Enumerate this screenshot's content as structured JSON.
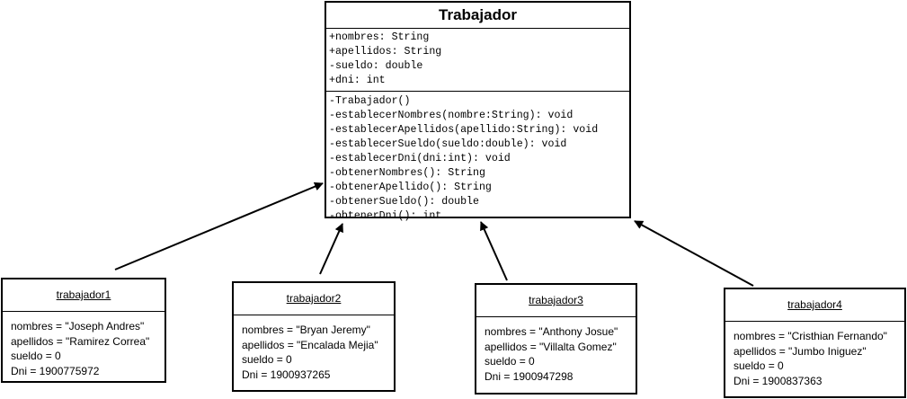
{
  "class": {
    "name": "Trabajador",
    "attributes": [
      "+nombres: String",
      "+apellidos: String",
      "-sueldo: double",
      "+dni: int"
    ],
    "methods": [
      "-Trabajador()",
      "-establecerNombres(nombre:String): void",
      "-establecerApellidos(apellido:String): void",
      "-establecerSueldo(sueldo:double): void",
      "-establecerDni(dni:int): void",
      "-obtenerNombres(): String",
      "-obtenerApellido(): String",
      "-obtenerSueldo(): double",
      "-obtenerDni(): int"
    ]
  },
  "objects": [
    {
      "name": "trabajador1",
      "lines": [
        "nombres = \"Joseph Andres\"",
        "apellidos = \"Ramirez Correa\"",
        "sueldo = 0",
        "Dni = 1900775972"
      ]
    },
    {
      "name": "trabajador2",
      "lines": [
        "nombres = \"Bryan Jeremy\"",
        "apellidos = \"Encalada Mejia\"",
        "sueldo = 0",
        "Dni = 1900937265"
      ]
    },
    {
      "name": "trabajador3",
      "lines": [
        "nombres = \"Anthony Josue\"",
        "apellidos = \"Villalta Gomez\"",
        "sueldo = 0",
        "Dni = 1900947298"
      ]
    },
    {
      "name": "trabajador4",
      "lines": [
        "nombres = \"Cristhian Fernando\"",
        "apellidos = \"Jumbo Iniguez\"",
        "sueldo = 0",
        "Dni = 1900837363"
      ]
    }
  ]
}
